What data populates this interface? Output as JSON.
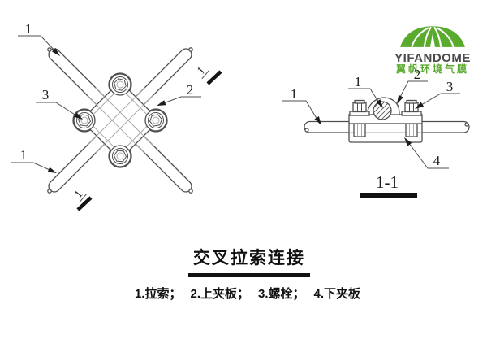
{
  "colors": {
    "line": "#4f4f4f",
    "line_light": "#a8a8a8",
    "label_text": "#1c1c1c",
    "accent_green": "#5aaa2e",
    "logo_text": "#4a4a4a",
    "rule_black": "#111111"
  },
  "logo": {
    "brand": "YIFANDOME",
    "subtitle": "翼帆环境气膜"
  },
  "plan_view": {
    "label_cable_upper": "1",
    "label_plate": "2",
    "label_bolt": "3",
    "label_cable_lower": "1",
    "section_tick_upper": "1",
    "section_tick_lower": "1"
  },
  "section_view": {
    "label_cable": "1",
    "label_cross_cable": "1",
    "label_upper_plate": "2",
    "label_bolt": "3",
    "label_lower_plate": "4",
    "caption": "1-1"
  },
  "title": "交叉拉索连接",
  "legend": {
    "items": [
      "1.拉索；",
      "2.上夹板；",
      "3.螺栓；",
      "4.下夹板"
    ]
  }
}
